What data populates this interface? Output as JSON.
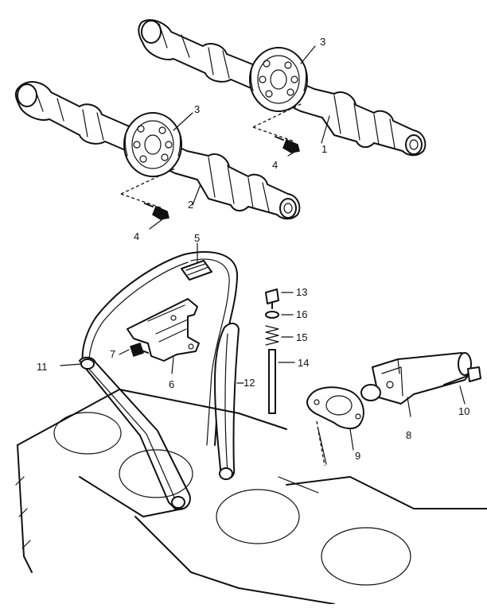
{
  "callouts": [
    "1",
    "2",
    "3",
    "3",
    "4",
    "4",
    "5",
    "6",
    "7",
    "8",
    "9",
    "10",
    "11",
    "12",
    "13",
    "14",
    "15",
    "16"
  ]
}
